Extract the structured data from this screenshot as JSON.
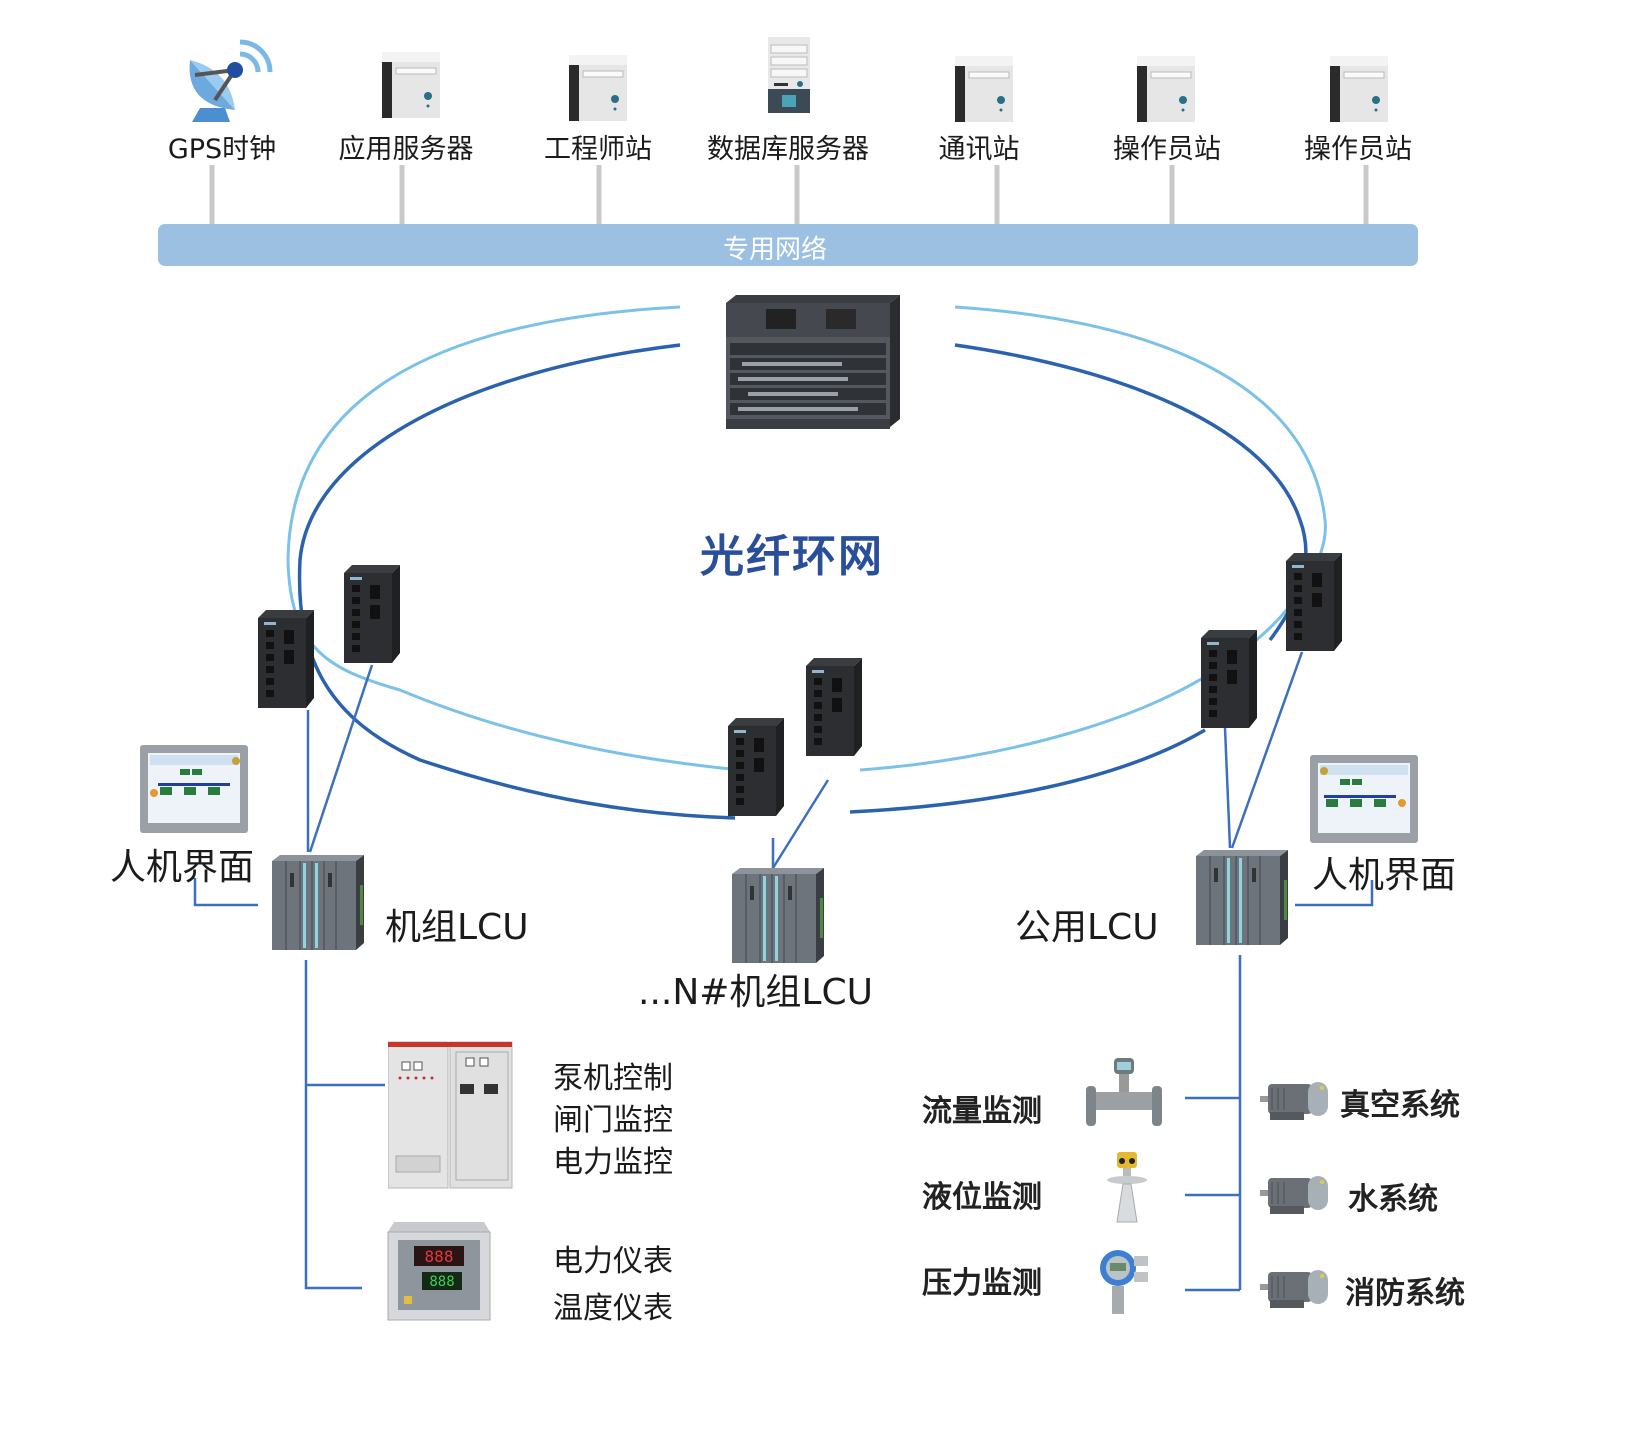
{
  "top_devices": [
    {
      "label": "GPS时钟",
      "icon": "satellite-dish-icon"
    },
    {
      "label": "应用服务器",
      "icon": "server-tower-icon"
    },
    {
      "label": "工程师站",
      "icon": "server-tower-icon"
    },
    {
      "label": "数据库服务器",
      "icon": "database-server-icon"
    },
    {
      "label": "通讯站",
      "icon": "server-tower-icon"
    },
    {
      "label": "操作员站",
      "icon": "server-tower-icon"
    },
    {
      "label": "操作员站",
      "icon": "server-tower-icon"
    }
  ],
  "network_bar": {
    "label": "专用网络"
  },
  "core_switch": {
    "icon": "core-switch-chassis-icon"
  },
  "ring": {
    "title": "光纤环网",
    "colors": {
      "outer": "#7cc2e8",
      "inner": "#2b62ad"
    }
  },
  "ring_switches": {
    "icon": "industrial-switch-icon",
    "count": 6
  },
  "lcus": [
    {
      "label": "机组LCU",
      "icon": "plc-rack-icon"
    },
    {
      "label": "...N#机组LCU",
      "icon": "plc-rack-icon"
    },
    {
      "label": "公用LCU",
      "icon": "plc-rack-icon"
    }
  ],
  "hmi": [
    {
      "label": "人机界面",
      "icon": "hmi-touchscreen-icon"
    },
    {
      "label": "人机界面",
      "icon": "hmi-touchscreen-icon"
    }
  ],
  "left_branch": [
    {
      "icon": "control-cabinet-icon",
      "lines": [
        "泵机控制",
        "闸门监控",
        "电力监控"
      ]
    },
    {
      "icon": "digital-meter-icon",
      "lines": [
        "电力仪表",
        "温度仪表"
      ]
    }
  ],
  "right_sensors": [
    {
      "label": "流量监测",
      "icon": "flow-meter-icon"
    },
    {
      "label": "液位监测",
      "icon": "radar-level-sensor-icon"
    },
    {
      "label": "压力监测",
      "icon": "pressure-transmitter-icon"
    }
  ],
  "right_systems": [
    {
      "label": "真空系统",
      "icon": "motor-icon"
    },
    {
      "label": "水系统",
      "icon": "motor-icon"
    },
    {
      "label": "消防系统",
      "icon": "motor-icon"
    }
  ],
  "colors": {
    "bus": "#9cc0e2",
    "drop_line": "#c8c8c8",
    "link_line": "#3d6fbf",
    "title": "#2a4f9a"
  }
}
